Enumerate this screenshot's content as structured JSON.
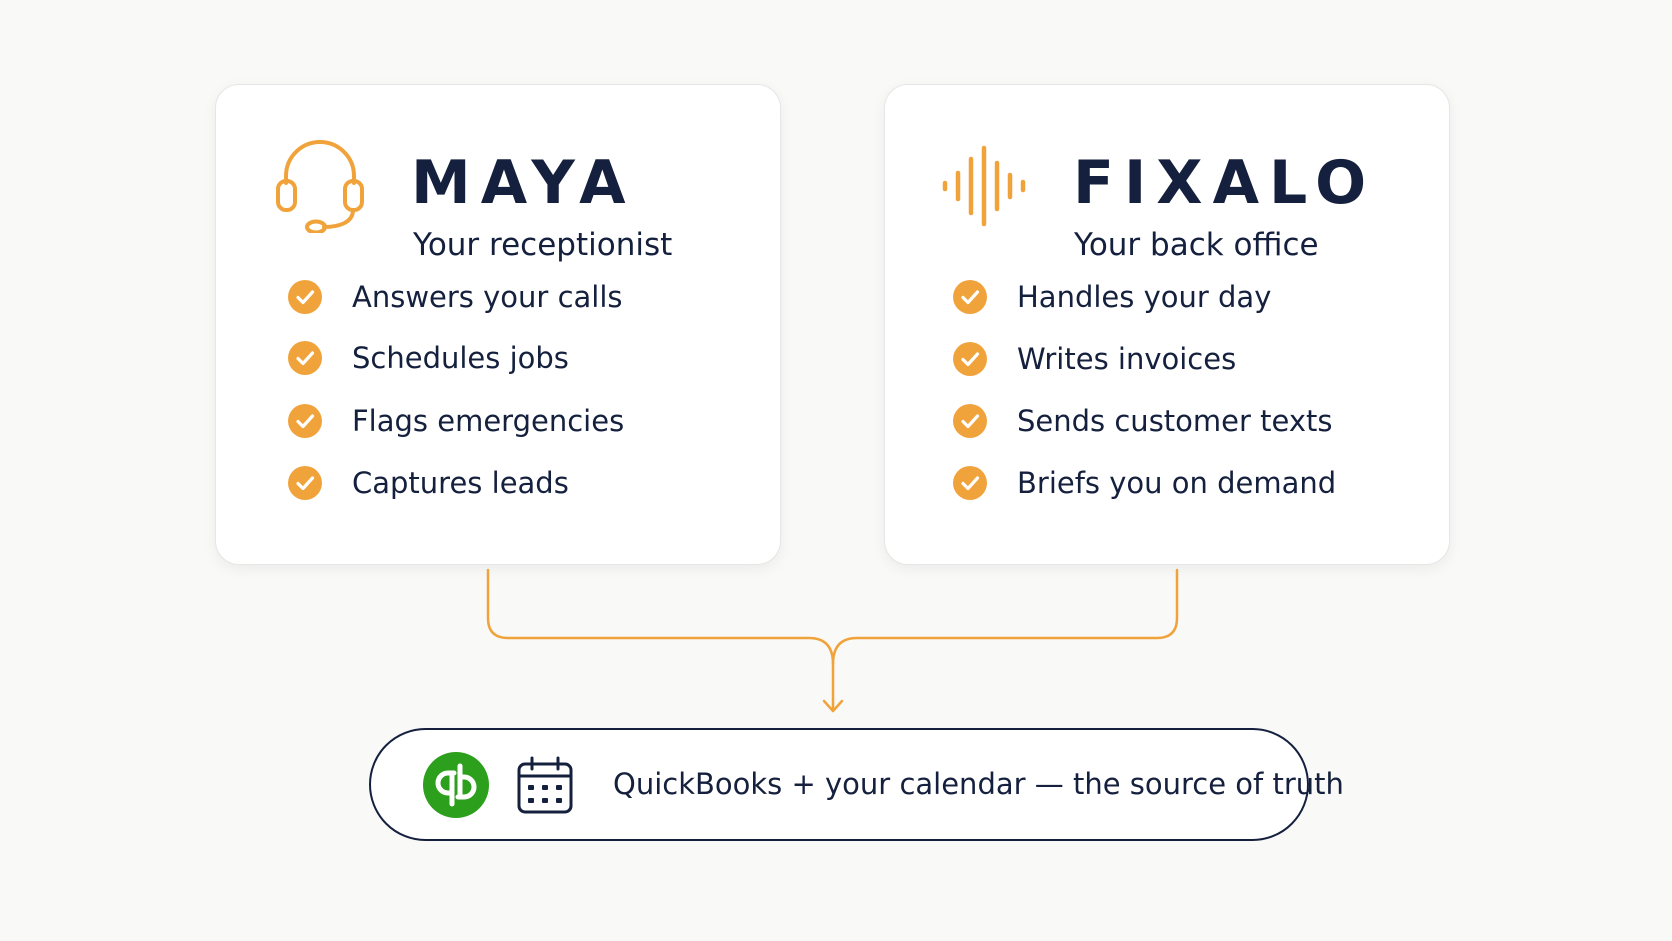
{
  "colors": {
    "accent": "#f1a33b",
    "navy": "#14203d",
    "quickbooks_green": "#2ca01c",
    "card_background": "#ffffff",
    "page_background": "#f9f9f8"
  },
  "cards": [
    {
      "title": "MAYA",
      "subtitle": "Your receptionist",
      "icon": "headset-icon",
      "items": [
        "Answers your calls",
        "Schedules jobs",
        "Flags emergencies",
        "Captures leads"
      ]
    },
    {
      "title": "FIXALO",
      "subtitle": "Your back office",
      "icon": "sound-wave-icon",
      "items": [
        "Handles your day",
        "Writes invoices",
        "Sends customer texts",
        "Briefs you on demand"
      ]
    }
  ],
  "source": {
    "text": "QuickBooks + your calendar — the source of truth",
    "icons": [
      "quickbooks-logo-icon",
      "calendar-icon"
    ]
  }
}
